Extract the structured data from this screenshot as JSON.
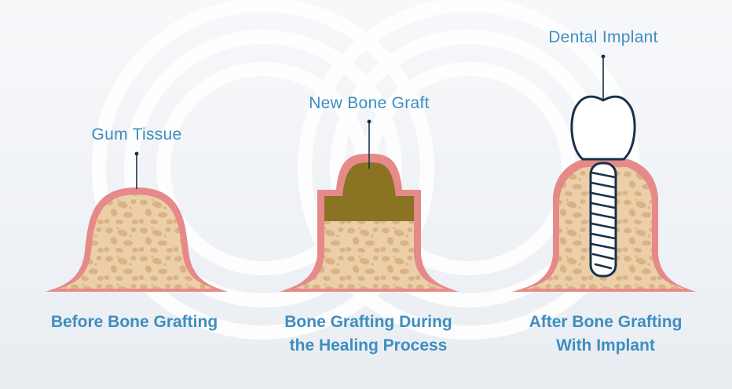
{
  "labels": {
    "gum_tissue": "Gum Tissue",
    "new_bone_graft": "New Bone Graft",
    "dental_implant": "Dental Implant"
  },
  "captions": {
    "before": [
      "Before Bone Grafting"
    ],
    "during": [
      "Bone Grafting During",
      "the Healing Process"
    ],
    "after": [
      "After Bone Grafting",
      "With Implant"
    ]
  },
  "colors": {
    "text": "#3d8ec0",
    "gum": "#e58a88",
    "bone": "#eccfa8",
    "bone_pores": "#d9b385",
    "graft": "#8a7322",
    "outline": "#17314a",
    "background_rings": "#ffffff"
  }
}
